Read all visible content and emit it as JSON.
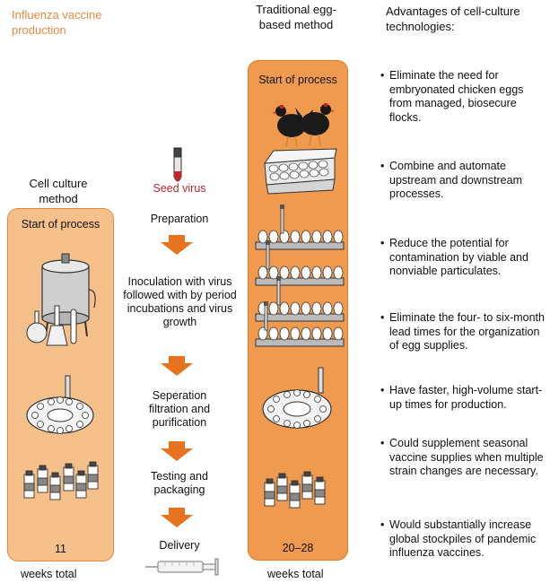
{
  "title": "Influenza vaccine production",
  "cell_culture": {
    "heading": "Cell culture method",
    "start_label": "Start of process",
    "weeks_number": "11",
    "weeks_label": "weeks total"
  },
  "egg_based": {
    "heading": "Traditional egg-based method",
    "start_label": "Start of process",
    "weeks_number": "20–28",
    "weeks_label": "weeks total"
  },
  "middle": {
    "seed": "Seed",
    "virus": "virus",
    "steps": [
      "Preparation",
      "Inoculation with virus followed with by period incubations and virus growth",
      "Seperation filtration and purification",
      "Testing and packaging",
      "Delivery"
    ]
  },
  "advantages": {
    "heading": "Advantages of cell-culture technologies:",
    "items": [
      "Eliminate the need for embryonated chicken eggs from managed, biosecure flocks.",
      "Combine and automate upstream and downstream processes.",
      "Reduce the potential for contamination by viable and nonviable particulates.",
      "Eliminate the four- to six-month lead times for the organization of egg supplies.",
      "Have faster, high-volume start-up times for production.",
      "Could supplement seasonal vaccine supplies when multiple strain changes are necessary.",
      "Would substantially increase global stockpiles of pandemic influenza vaccines."
    ]
  },
  "colors": {
    "title_orange": "#e8893b",
    "panel_light": "#f5c08a",
    "panel_dark": "#ef9a4e",
    "arrow": "#e8731f",
    "seed_red": "#c0262c"
  }
}
